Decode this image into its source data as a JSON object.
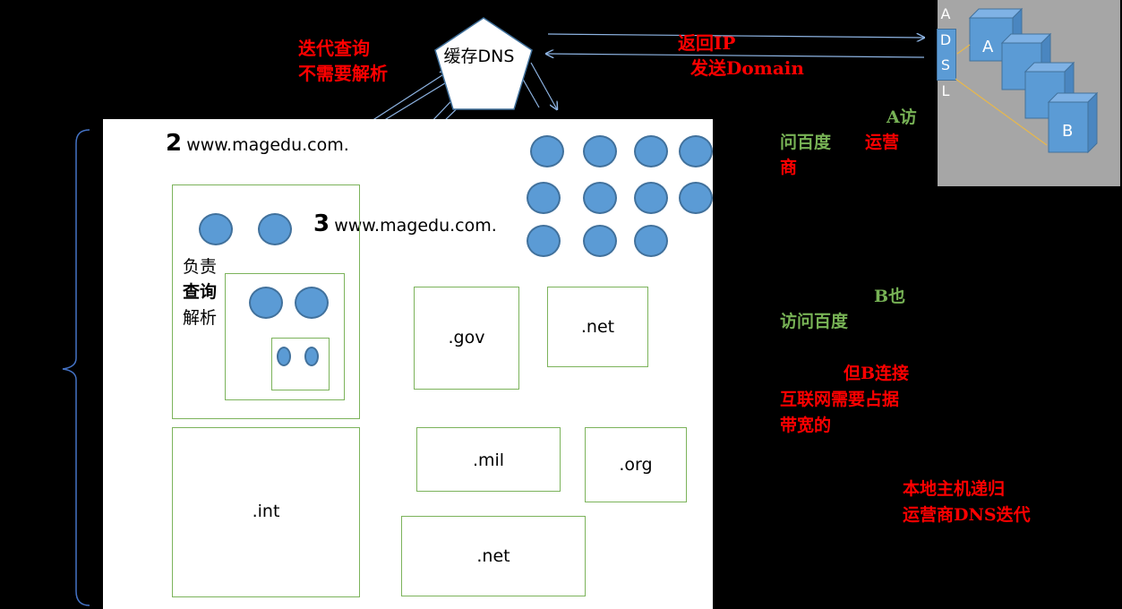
{
  "dns_server": {
    "label": "缓存DNS"
  },
  "notes": {
    "iterative_query": [
      "迭代查询",
      "不需要解析"
    ],
    "return_ip": "返回IP",
    "send_domain": "发送Domain",
    "a_visits": [
      "A访",
      "问百度"
    ],
    "isp": [
      "运营",
      "商"
    ],
    "b_visits": [
      "B也",
      "访问百度"
    ],
    "b_bandwidth": [
      "但B连接",
      "互联网需要占据",
      "带宽的"
    ],
    "local_recursive": [
      "本地主机递归",
      "运营商DNS迭代"
    ]
  },
  "steps": {
    "step2": {
      "num": "2",
      "domain": "www.magedu.com."
    },
    "step3": {
      "num": "3",
      "domain": "www.magedu.com."
    }
  },
  "resolver_label": [
    "负责",
    "查询",
    "解析"
  ],
  "tlds": {
    "gov": ".gov",
    "net_top": ".net",
    "mil": ".mil",
    "org": ".org",
    "int": ".int",
    "net_bottom": ".net"
  },
  "isp_diagram": {
    "adsl": [
      "A",
      "D",
      "S",
      "L"
    ],
    "node_a": "A",
    "node_b": "B"
  },
  "colors": {
    "accent_red": "#ff0000",
    "accent_green": "#77b255",
    "circle_fill": "#5b9bd5",
    "box_border": "#7cb35b",
    "arrow": "#6fa0d8"
  }
}
